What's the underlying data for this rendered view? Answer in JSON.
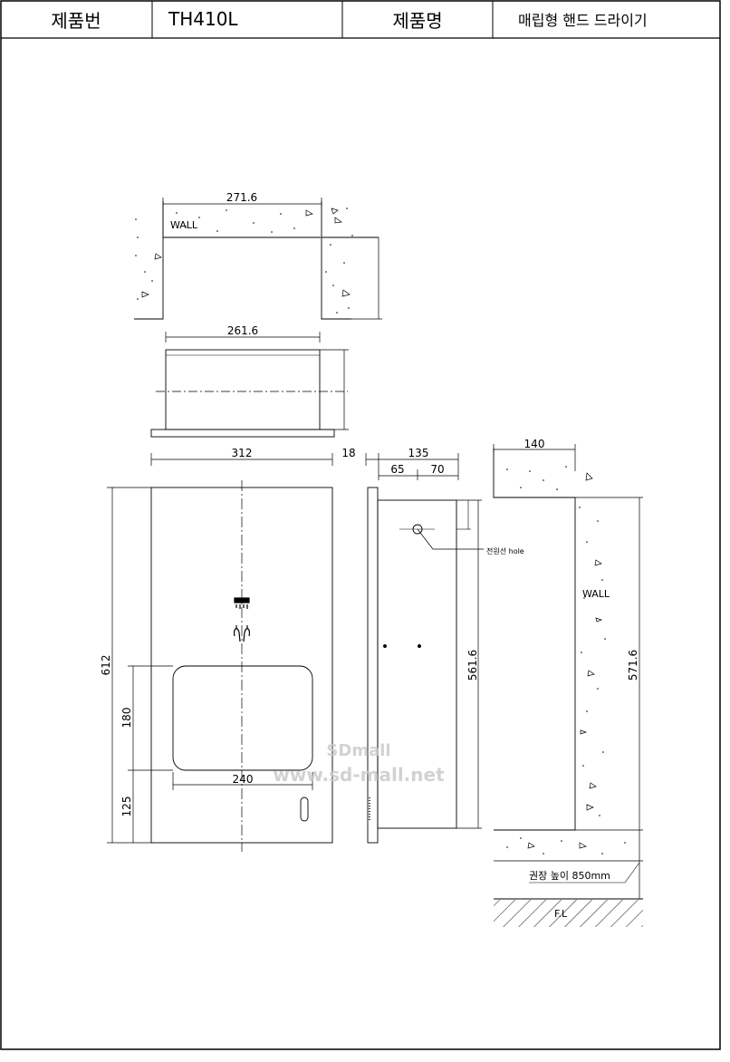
{
  "header": {
    "product_no_label": "제품번",
    "product_no_value": "TH410L",
    "product_name_label": "제품명",
    "product_name_value": "매립형 핸드 드라이기"
  },
  "top_view": {
    "width_dim": "271.6",
    "wall_label": "WALL"
  },
  "box_view": {
    "width_dim": "261.6"
  },
  "front_view": {
    "width_dim": "312",
    "height_dim": "612",
    "opening_height_dim": "180",
    "bottom_dim": "125",
    "opening_width_dim": "240"
  },
  "side_view": {
    "thickness_dim": "18",
    "depth_dim": "135",
    "depth_part_a": "65",
    "depth_part_b": "70",
    "height_dim": "561.6",
    "hole_label": "전원선 hole"
  },
  "wall_view": {
    "width_dim": "140",
    "height_dim": "571.6",
    "wall_label": "WALL",
    "mount_height_label": "권장 높이 850mm",
    "floor_label": "F.L"
  },
  "watermark": {
    "line1": "SDmall",
    "line2": "www.sd-mall.net"
  }
}
